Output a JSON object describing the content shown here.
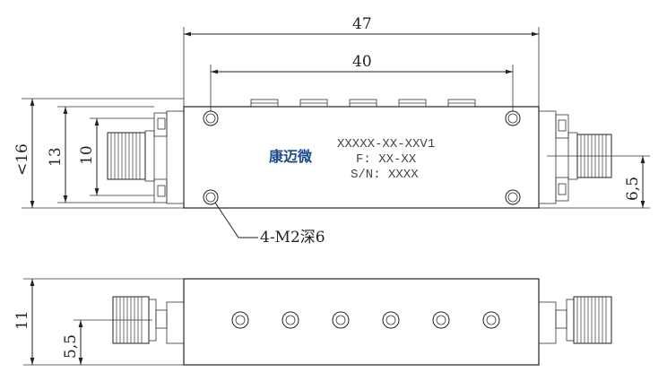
{
  "dimensions": {
    "overall_length": "47",
    "hole_spacing": "40",
    "body_height_top": "<16",
    "height_13": "13",
    "height_10": "10",
    "connector_offset": "6,5",
    "side_height": "11",
    "side_offset": "5,5"
  },
  "callout": {
    "holes": "4-M2深6"
  },
  "product_label": {
    "brand": "康迈微",
    "model": "XXXXX-XX-XXV1",
    "frequency": "F: XX-XX",
    "serial": "S/N: XXXX"
  }
}
